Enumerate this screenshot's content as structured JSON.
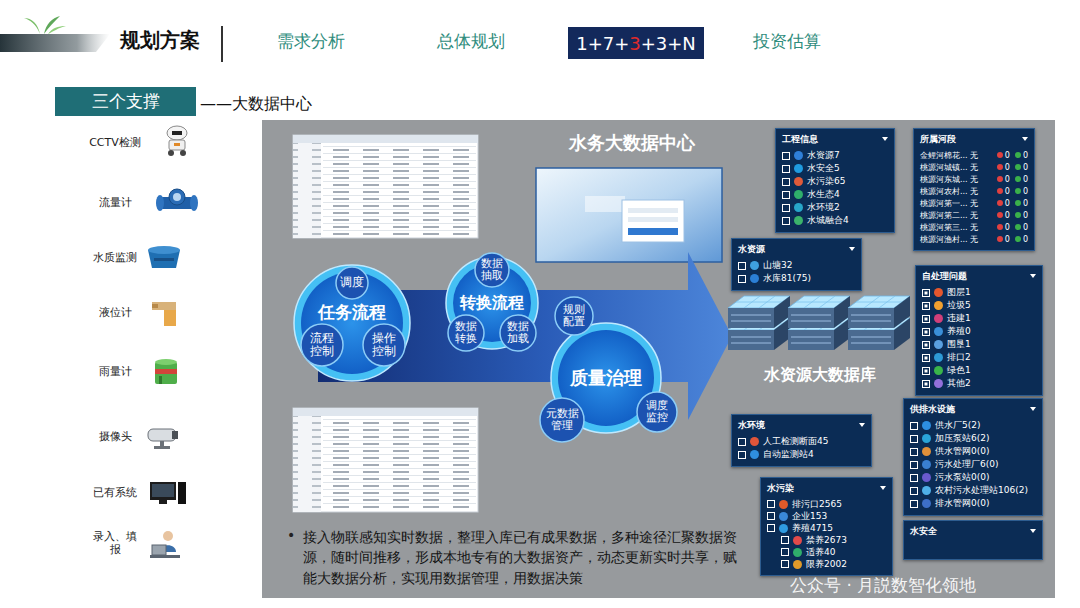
{
  "diagram": {
    "nodes": [
      {
        "text": [
          "1+7+3+3+N"
        ]
      },
      {
        "text": [
          "三个支撑"
        ]
      },
      {
        "text": [
          "水务大数据中心",
          "接入物联感知实时数据，整理入库已有成果数据，多种途径汇聚数据资源，随时间推移，形成本地专有的大数据资产，动态更新实时共享，赋能大数据分析，实现用数据管理，用数据决策"
        ]
      },
      {
        "text": [
          "任务流程"
        ],
        "in": 2
      },
      {
        "text": [
          "调度"
        ],
        "in": 3
      },
      {
        "text": [
          "流程控制"
        ],
        "in": 3
      },
      {
        "text": [
          "操作控制"
        ],
        "in": 3
      },
      {
        "text": [
          "转换流程"
        ],
        "in": 2
      },
      {
        "text": [
          "数据抽取"
        ],
        "in": 7
      },
      {
        "text": [
          "数据转换"
        ],
        "in": 7
      },
      {
        "text": [
          "数据加载"
        ],
        "in": 7
      },
      {
        "text": [
          "质量治理"
        ],
        "in": 2
      },
      {
        "text": [
          "规则配置"
        ],
        "in": 11
      },
      {
        "text": [
          "元数据管理"
        ],
        "in": 11
      },
      {
        "text": [
          "调度监控"
        ],
        "in": 11
      },
      {
        "text": [
          "工程信息",
          "水资源7",
          "水安全5",
          "水污染65",
          "水生态4",
          "水环境2",
          "水城融合4"
        ],
        "in": 2
      },
      {
        "text": [
          "所属河段",
          "金鲤河棉花... 无",
          "0",
          "0",
          "桃源河城镇... 无",
          "0",
          "0",
          "桃源河东城... 无",
          "0",
          "0",
          "桃源河农村... 无",
          "0",
          "0",
          "桃源河第一... 无",
          "0",
          "0",
          "桃源河第二... 无",
          "0",
          "0",
          "桃源河第三... 无",
          "0",
          "0",
          "桃源河渔村... 无",
          "0",
          "0"
        ],
        "in": 2
      },
      {
        "text": [
          "水资源",
          "山塘32",
          "水库81(75)"
        ],
        "in": 2
      },
      {
        "text": [
          "自处理问题",
          "图层1",
          "垃圾5",
          "违建1",
          "养殖0",
          "围垦1",
          "排口2",
          "绿色1",
          "其他2"
        ],
        "in": 2
      },
      {
        "text": [
          "供排水设施",
          "供水厂5(2)",
          "加压泵站6(2)",
          "供水管网0(0)",
          "污水处理厂6(0)",
          "污水泵站0(0)",
          "农村污水处理站106(2)",
          "排水管网0(0)"
        ],
        "in": 2
      },
      {
        "text": [
          "水环境",
          "人工检测断面45",
          "自动监测站4"
        ],
        "in": 2
      },
      {
        "text": [
          "水污染",
          "排污口2565",
          "企业153",
          "养殖4715",
          "禁养2673",
          "适养40",
          "限养2002"
        ],
        "in": 2
      },
      {
        "text": [
          "水安全"
        ],
        "in": 2
      }
    ],
    "labels": [
      "规划方案",
      "需求分析",
      "总体规划",
      "投资估算",
      "——大数据中心",
      "CCTV检测",
      "流量计",
      "水质监测",
      "液位计",
      "雨量计",
      "摄像头",
      "已有系统",
      "录入、填报",
      "水资源大数据库",
      "•",
      "公众号 · 月説数智化领地"
    ]
  }
}
